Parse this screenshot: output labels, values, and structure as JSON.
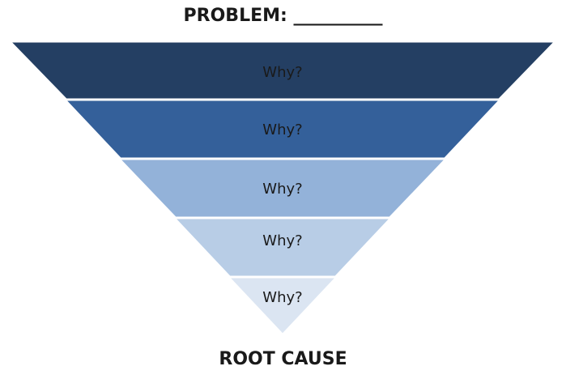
{
  "header": {
    "title": "PROBLEM: __________"
  },
  "funnel": {
    "levels": [
      {
        "label": "Why?",
        "fill": "#243f63",
        "text_color": "#1a1a1a"
      },
      {
        "label": "Why?",
        "fill": "#34609a",
        "text_color": "#1a1a1a"
      },
      {
        "label": "Why?",
        "fill": "#93b2d9",
        "text_color": "#1a1a1a"
      },
      {
        "label": "Why?",
        "fill": "#b8cde6",
        "text_color": "#1a1a1a"
      },
      {
        "label": "Why?",
        "fill": "#dbe5f2",
        "text_color": "#1a1a1a"
      }
    ]
  },
  "footer": {
    "label": "ROOT CAUSE"
  }
}
